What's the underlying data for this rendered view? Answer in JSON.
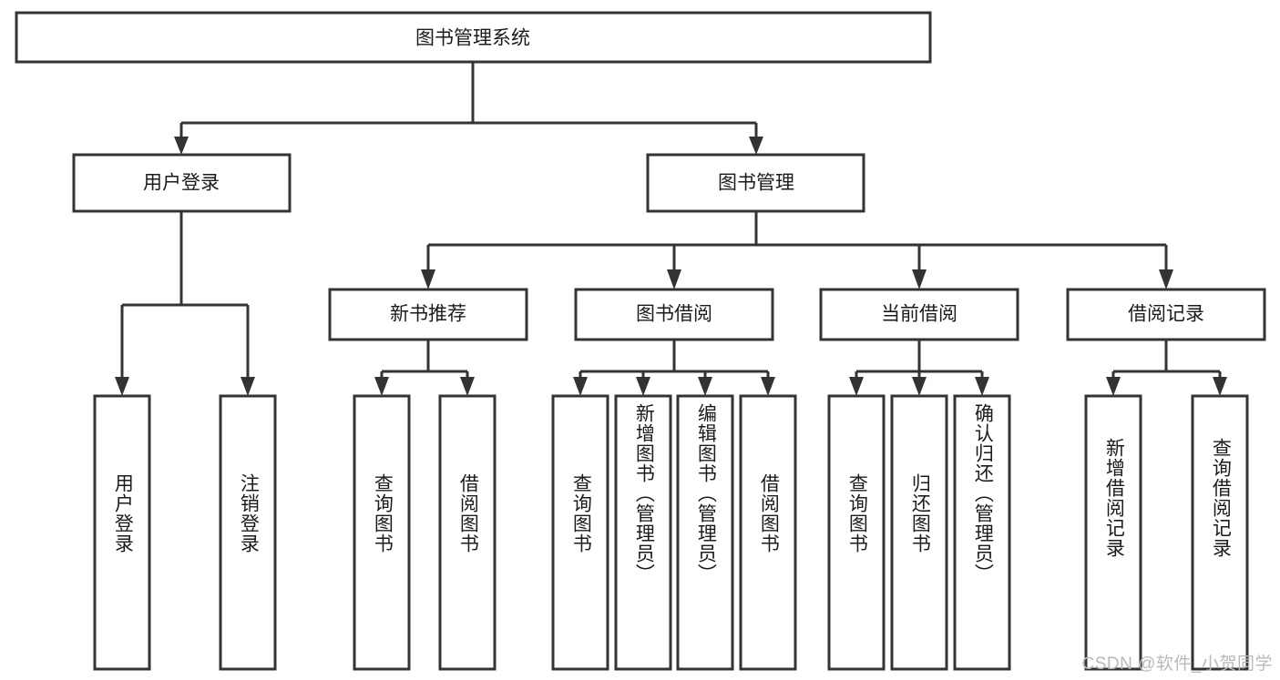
{
  "diagram": {
    "title": "图书管理系统",
    "type": "tree",
    "root": {
      "id": "root",
      "label": "图书管理系统",
      "orientation": "horizontal"
    },
    "level1": [
      {
        "id": "user-login",
        "label": "用户登录",
        "orientation": "horizontal"
      },
      {
        "id": "book-management",
        "label": "图书管理",
        "orientation": "horizontal"
      }
    ],
    "level2": [
      {
        "id": "new-book-recommend",
        "label": "新书推荐",
        "orientation": "horizontal",
        "parent": "book-management"
      },
      {
        "id": "book-borrow",
        "label": "图书借阅",
        "orientation": "horizontal",
        "parent": "book-management"
      },
      {
        "id": "current-borrow",
        "label": "当前借阅",
        "orientation": "horizontal",
        "parent": "book-management"
      },
      {
        "id": "borrow-record",
        "label": "借阅记录",
        "orientation": "horizontal",
        "parent": "book-management"
      }
    ],
    "leaves": [
      {
        "id": "leaf-user-login",
        "label": "用户登录",
        "orientation": "vertical",
        "parent": "user-login"
      },
      {
        "id": "leaf-logout",
        "label": "注销登录",
        "orientation": "vertical",
        "parent": "user-login"
      },
      {
        "id": "leaf-query-book-1",
        "label": "查询图书",
        "orientation": "vertical",
        "parent": "new-book-recommend"
      },
      {
        "id": "leaf-borrow-book-1",
        "label": "借阅图书",
        "orientation": "vertical",
        "parent": "new-book-recommend"
      },
      {
        "id": "leaf-query-book-2",
        "label": "查询图书",
        "orientation": "vertical",
        "parent": "book-borrow"
      },
      {
        "id": "leaf-add-book",
        "label": "新增图书（管理员）",
        "orientation": "vertical",
        "parent": "book-borrow"
      },
      {
        "id": "leaf-edit-book",
        "label": "编辑图书（管理员）",
        "orientation": "vertical",
        "parent": "book-borrow"
      },
      {
        "id": "leaf-borrow-book-2",
        "label": "借阅图书",
        "orientation": "vertical",
        "parent": "book-borrow"
      },
      {
        "id": "leaf-query-book-3",
        "label": "查询图书",
        "orientation": "vertical",
        "parent": "current-borrow"
      },
      {
        "id": "leaf-return-book",
        "label": "归还图书",
        "orientation": "vertical",
        "parent": "current-borrow"
      },
      {
        "id": "leaf-confirm-return",
        "label": "确认归还（管理员）",
        "orientation": "vertical",
        "parent": "current-borrow"
      },
      {
        "id": "leaf-add-record",
        "label": "新增借阅记录",
        "orientation": "vertical",
        "parent": "borrow-record"
      },
      {
        "id": "leaf-query-record",
        "label": "查询借阅记录",
        "orientation": "vertical",
        "parent": "borrow-record"
      }
    ],
    "colors": {
      "stroke": "#333333",
      "fill": "#ffffff",
      "text": "#1b1b1b",
      "background": "#ffffff",
      "watermark": "#b9b9b9"
    }
  },
  "watermark": {
    "text": "CSDN @软件_小贺同学"
  }
}
